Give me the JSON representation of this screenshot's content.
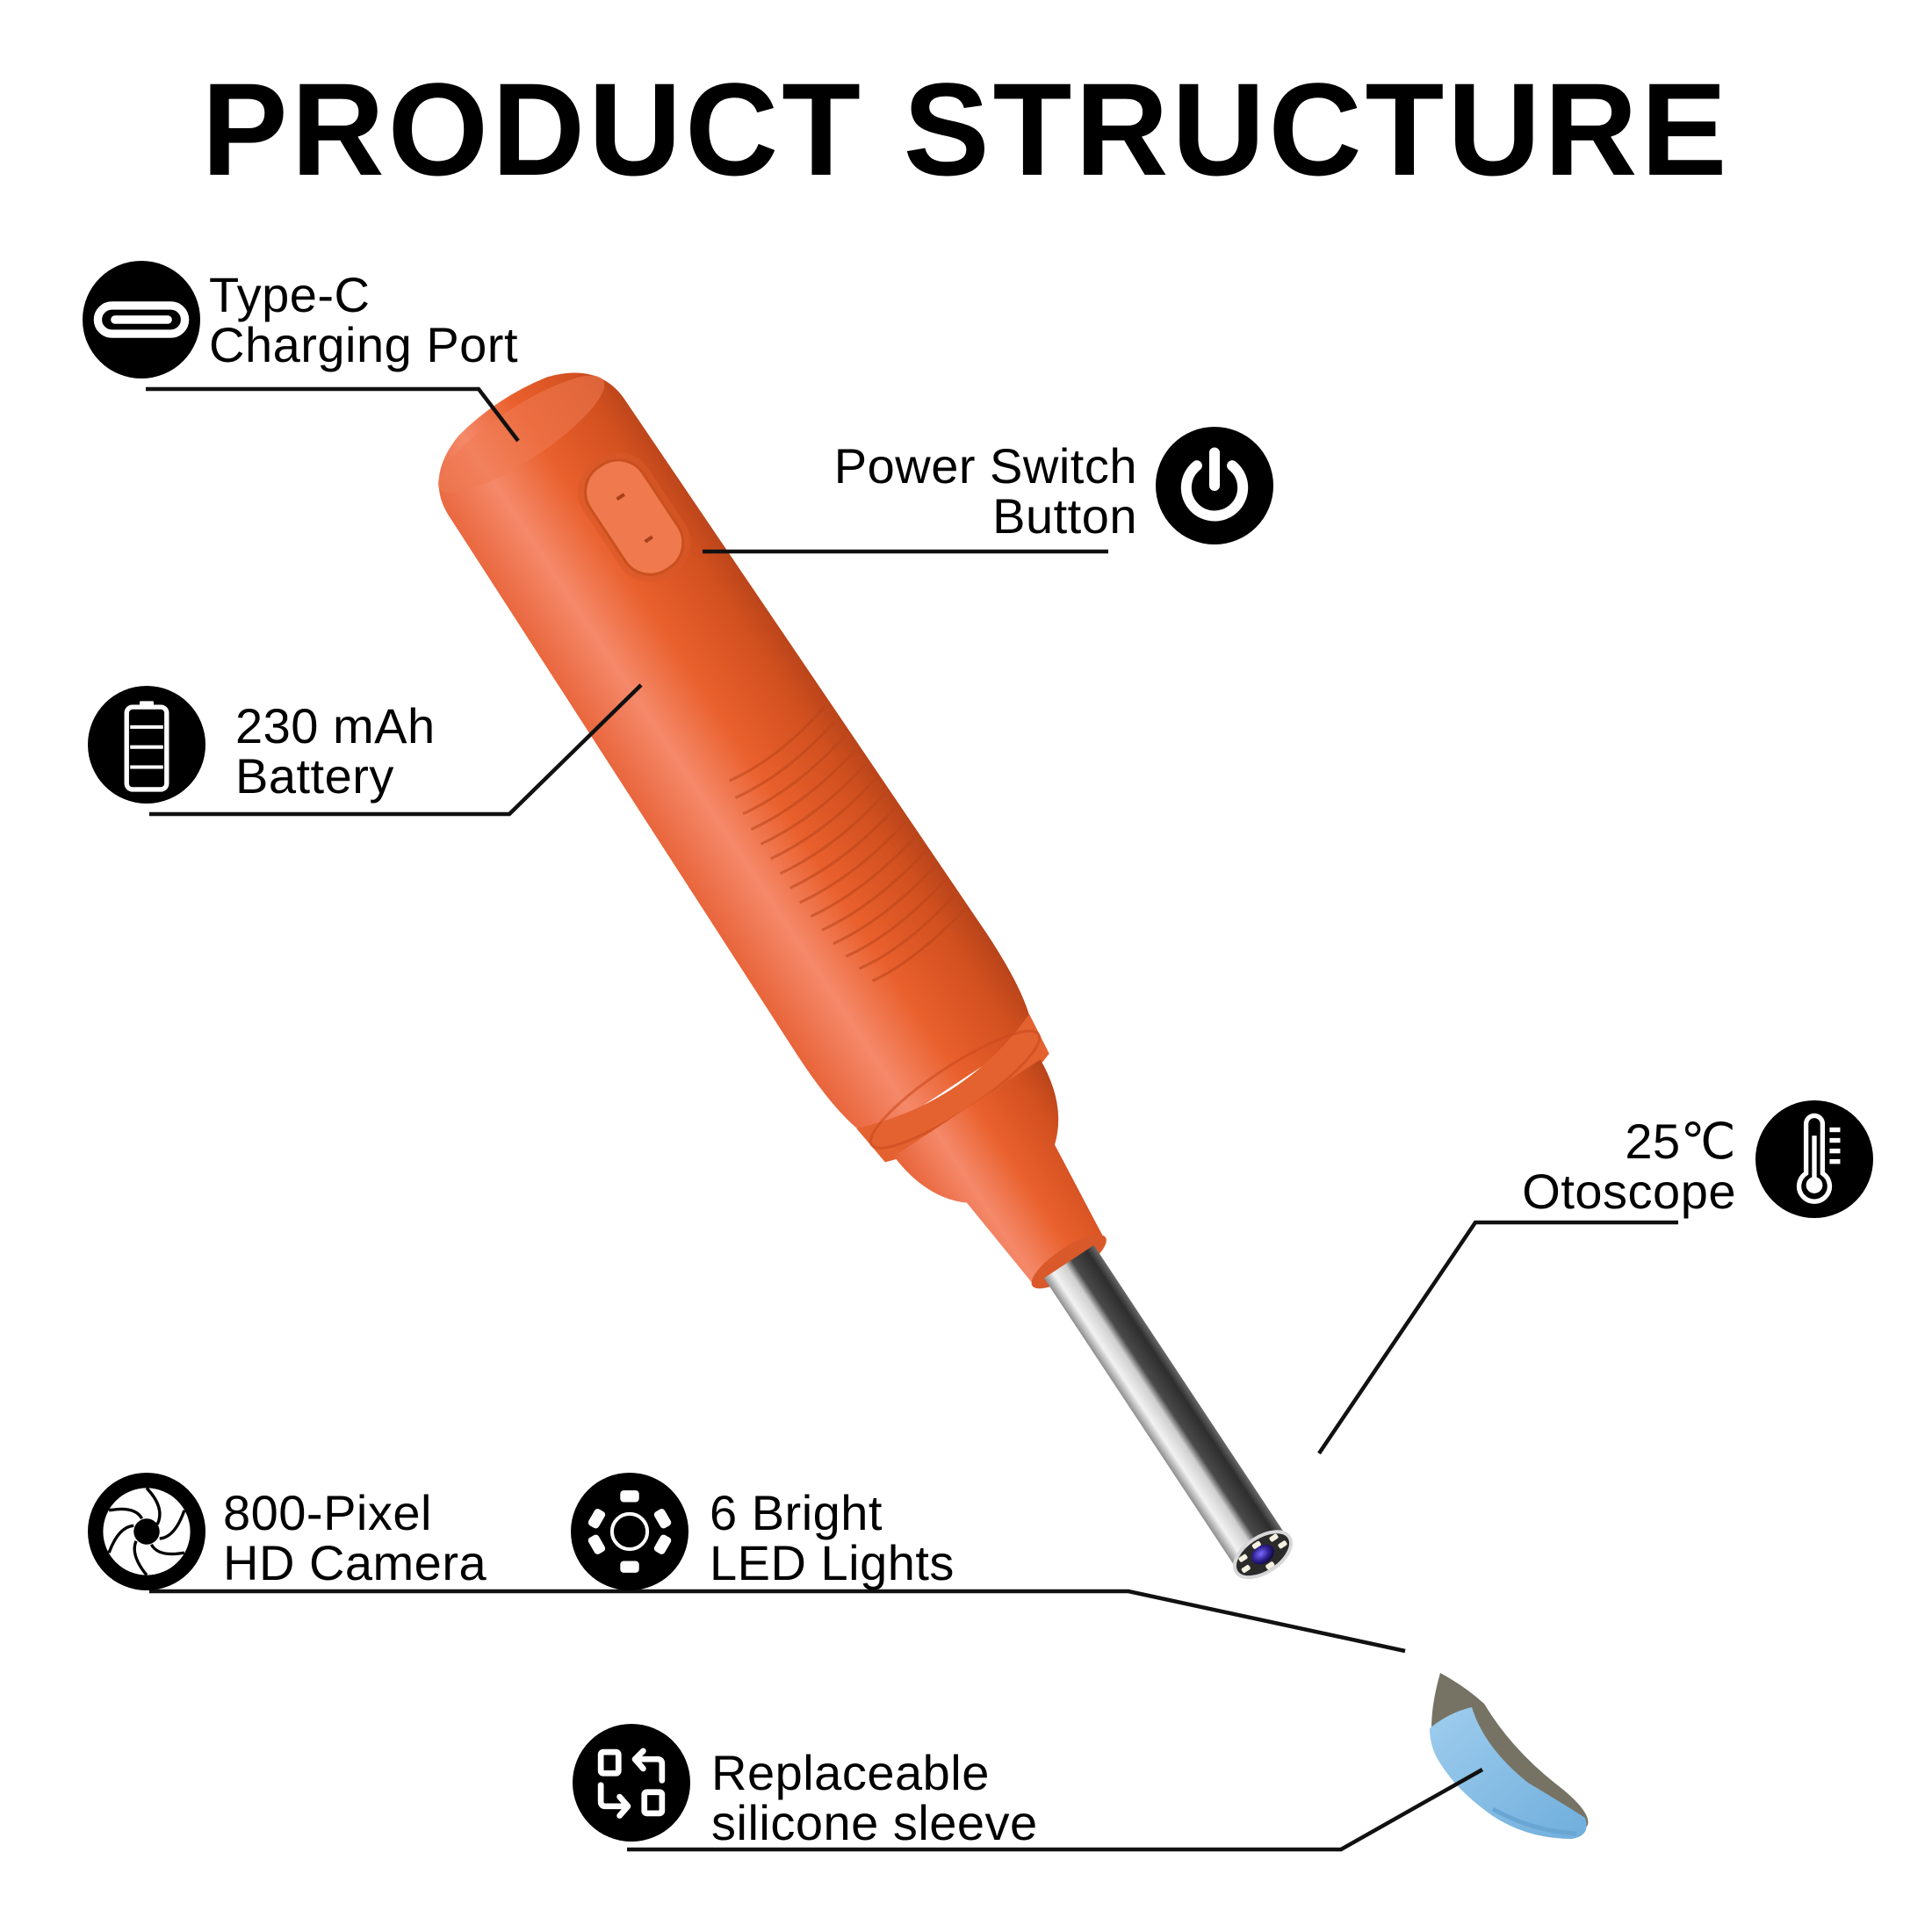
{
  "title": "PRODUCT STRUCTURE",
  "colors": {
    "handle_orange": "#E9602D",
    "handle_highlight": "#F58A64",
    "handle_shadow": "#C94A1E",
    "probe_steel": "#BDBDBD",
    "probe_dark": "#3A3A3A",
    "sleeve_blue": "#8EC3E8",
    "lens_purple": "#3B2C9A",
    "icon_bg": "#000000",
    "line": "#111111"
  },
  "callouts": [
    {
      "id": "type-c",
      "icon": "usb-c-port-icon",
      "lines": [
        "Type-C",
        "Charging Port"
      ]
    },
    {
      "id": "power",
      "icon": "power-icon",
      "lines": [
        "Power Switch",
        "Button"
      ]
    },
    {
      "id": "battery",
      "icon": "battery-icon",
      "lines": [
        "230 mAh",
        "Battery"
      ]
    },
    {
      "id": "otoscope",
      "icon": "thermometer-icon",
      "lines": [
        "25℃",
        "Otoscope"
      ]
    },
    {
      "id": "camera",
      "icon": "camera-aperture-icon",
      "lines": [
        "800-Pixel",
        "HD Camera"
      ]
    },
    {
      "id": "led",
      "icon": "led-ring-icon",
      "lines": [
        "6 Bright",
        "LED Lights"
      ]
    },
    {
      "id": "sleeve",
      "icon": "replace-swap-icon",
      "lines": [
        "Replaceable",
        "silicone sleeve"
      ]
    }
  ]
}
